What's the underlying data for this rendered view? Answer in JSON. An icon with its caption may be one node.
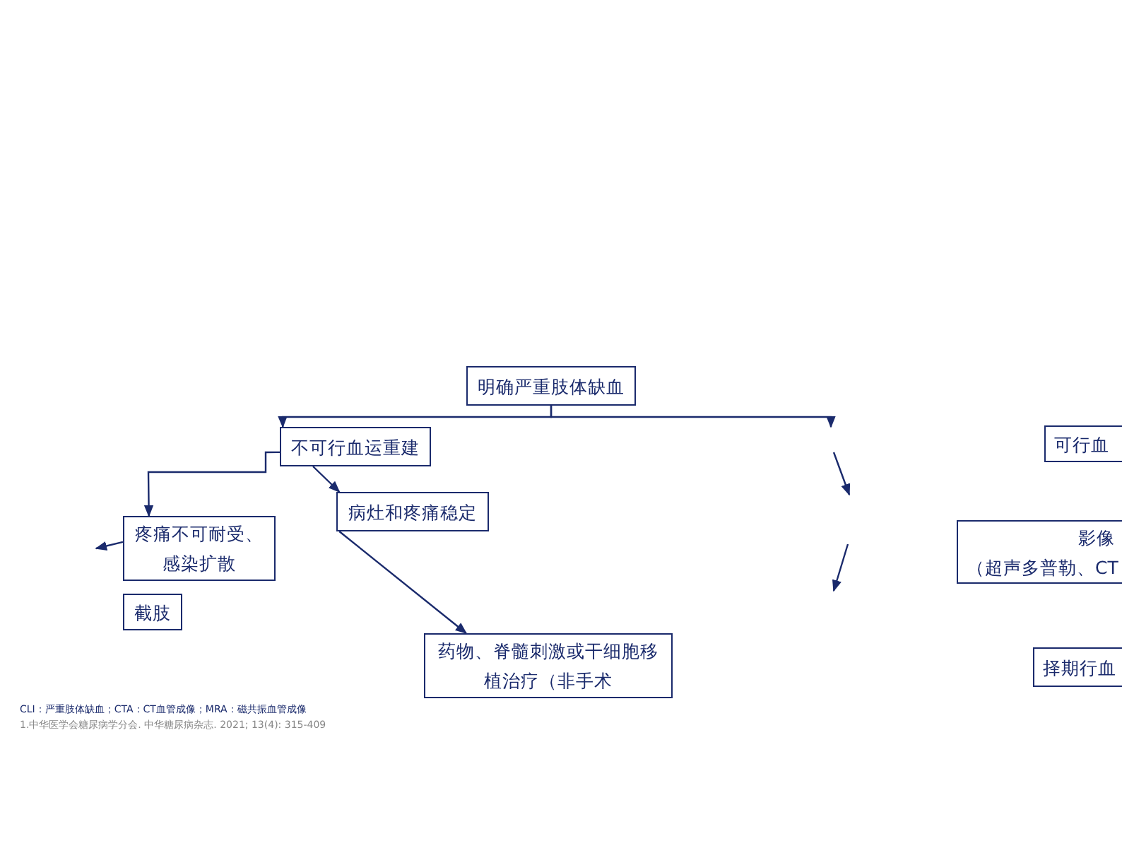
{
  "diagram": {
    "nodes": [
      {
        "text": [
          "明确严重肢体缺血"
        ]
      },
      {
        "text": [
          "不可行血运重建"
        ]
      },
      {
        "text": [
          "病灶和疼痛稳定"
        ]
      },
      {
        "text": [
          "疼痛不可耐受、感染扩散"
        ]
      },
      {
        "text": [
          "截肢"
        ]
      },
      {
        "text": [
          "药物、脊髓刺激或干细胞移植治疗（非手术"
        ]
      },
      {
        "text": [
          "可行血"
        ]
      },
      {
        "text": [
          "影像",
          "（超声多普勒、CT"
        ]
      },
      {
        "text": [
          "择期行血"
        ]
      }
    ],
    "edges": [
      {
        "from": 0,
        "to": 1,
        "arrow": "to"
      },
      {
        "from": 0,
        "to": null,
        "arrow": "to"
      },
      {
        "from": 1,
        "to": 3,
        "arrow": "to"
      },
      {
        "from": 1,
        "to": 2,
        "arrow": "to"
      },
      {
        "from": 2,
        "to": 5,
        "arrow": "to"
      },
      {
        "from": 3,
        "to": null,
        "arrow": "to"
      }
    ],
    "labels": [
      "CLI：严重肢体缺血；CTA：CT血管成像；MRA：磁共振血管成像",
      "1.中华医学会糖尿病学分会. 中华糖尿病杂志. 2021; 13(4): 315-409"
    ]
  }
}
